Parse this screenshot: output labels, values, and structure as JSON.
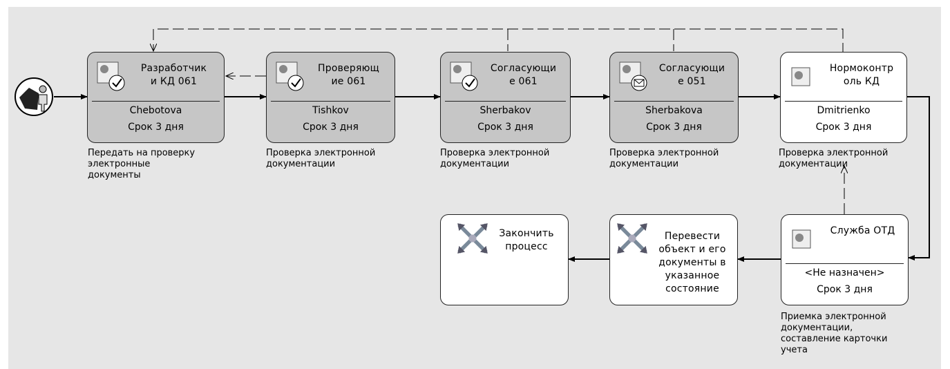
{
  "workflow": {
    "start": {
      "icon": "start-process-icon"
    },
    "steps": [
      {
        "id": "developer",
        "title": "Разработчик\nи КД 061",
        "user": "Chebotova",
        "term": "Срок 3 дня",
        "description": "Передать на проверку\nэлектронные\nдокументы",
        "icon": "task-approved-icon",
        "state": "completed"
      },
      {
        "id": "checker",
        "title": "Проверяющ\nие 061",
        "user": "Tishkov",
        "term": "Срок 3 дня",
        "description": "Проверка электронной\nдокументации",
        "icon": "task-approved-icon",
        "state": "completed"
      },
      {
        "id": "approvers-061",
        "title": "Согласующи\nе 061",
        "user": "Sherbakov",
        "term": "Срок 3 дня",
        "description": "Проверка электронной\nдокументации",
        "icon": "task-approved-icon",
        "state": "completed"
      },
      {
        "id": "approvers-051",
        "title": "Согласующи\nе 051",
        "user": "Sherbakova",
        "term": "Срок 3 дня",
        "description": "Проверка электронной\nдокументации",
        "icon": "task-mail-icon",
        "state": "completed"
      },
      {
        "id": "normcontrol",
        "title": "Нормоконтр\nоль КД",
        "user": "Dmitrienko",
        "term": "Срок 3 дня",
        "description": "Проверка электронной\nдокументации",
        "icon": "task-icon",
        "state": "active"
      },
      {
        "id": "otd-service",
        "title": "Служба ОТД",
        "user": "<Не назначен>",
        "term": "Срок 3 дня",
        "description": "Приемка электронной\nдокументации,\nсоставление карточки\nучета",
        "icon": "task-icon",
        "state": "active"
      }
    ],
    "actions": [
      {
        "id": "transfer-state",
        "title": "Перевести\nобъект и его\nдокументы в\nуказанное\nсостояние",
        "icon": "action-arrows-icon"
      },
      {
        "id": "finish",
        "title": "Закончить\nпроцесс",
        "icon": "action-arrows-icon"
      }
    ]
  },
  "colors": {
    "completed": "#c6c6c6",
    "active": "#ffffff",
    "canvas": "#e6e6e6"
  }
}
